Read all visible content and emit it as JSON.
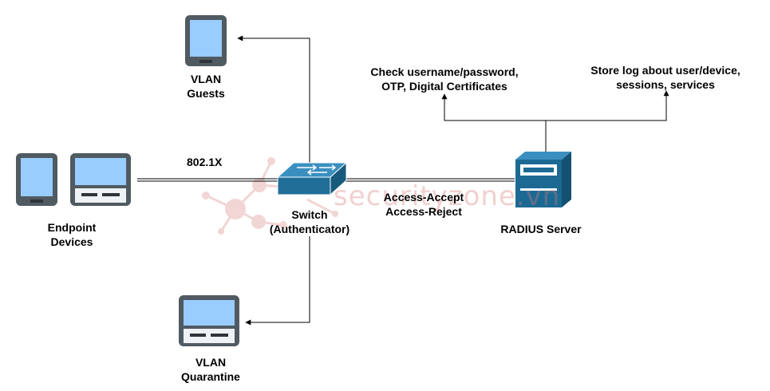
{
  "labels": {
    "vlan_guests_1": "VLAN",
    "vlan_guests_2": "Guests",
    "protocol": "802.1X",
    "endpoint_1": "Endpoint",
    "endpoint_2": "Devices",
    "switch_1": "Switch",
    "switch_2": "(Authenticator)",
    "vlan_quarantine_1": "VLAN",
    "vlan_quarantine_2": "Quarantine",
    "access_accept": "Access-Accept",
    "access_reject": "Access-Reject",
    "radius_server": "RADIUS Server",
    "check_1": "Check username/password,",
    "check_2": "OTP, Digital Certificates",
    "store_1": "Store log about user/device,",
    "store_2": "sessions, services"
  },
  "watermark": "securityzone.vn",
  "colors": {
    "device_frame": "#505a61",
    "device_screen": "#99ccff",
    "switch_blue": "#1f6f99",
    "server_blue": "#1c6a94",
    "line": "#000000",
    "watermark": "#e4a4a4"
  },
  "icons": [
    "tablet-icon",
    "laptop-icon",
    "switch-icon",
    "server-icon"
  ]
}
